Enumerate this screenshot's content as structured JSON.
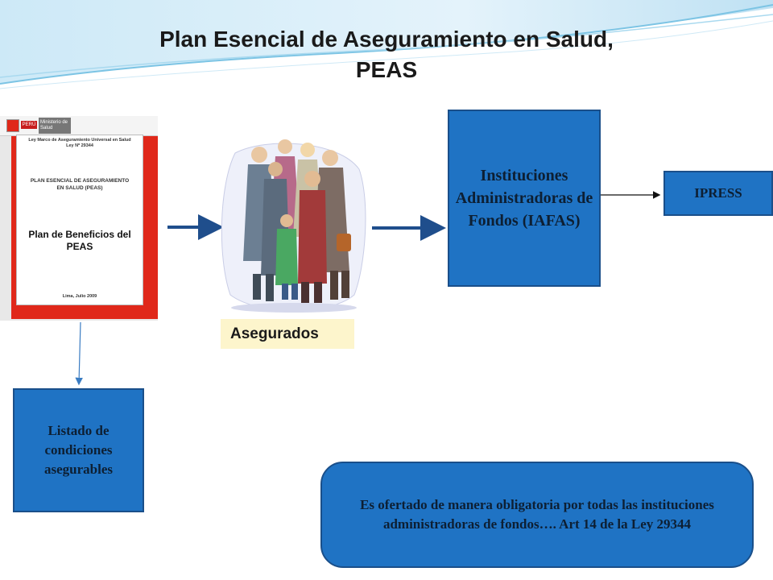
{
  "title": {
    "line1": "Plan Esencial de Aseguramiento en Salud,",
    "line2": "PEAS"
  },
  "document_cover": {
    "badge": "PERÚ",
    "ministry": "Ministerio de Salud",
    "law_line1": "Ley Marco de Aseguramiento Universal en Salud",
    "law_line2": "Ley Nº 29344",
    "plan_line1": "PLAN ESENCIAL DE ASEGURAMIENTO",
    "plan_line2": "EN SALUD (PEAS)",
    "benefits_line1": "Plan de Beneficios del",
    "benefits_line2": "PEAS",
    "date": "Lima, Julio 2009"
  },
  "asegurados_label": "Asegurados",
  "iafas_box": "Instituciones Administradoras de Fondos (IAFAS)",
  "ipress_box": "IPRESS",
  "listado_box": "Listado de condiciones asegurables",
  "note_box": "Es ofertado de manera obligatoria por todas las instituciones administradoras de fondos…. Art 14 de la Ley 29344",
  "colors": {
    "box_fill": "#1f73c4",
    "box_border": "#1a4f8a",
    "arrow": "#1f4e8c",
    "label_bg": "#fdf5cc",
    "cover_red": "#e0281a"
  }
}
